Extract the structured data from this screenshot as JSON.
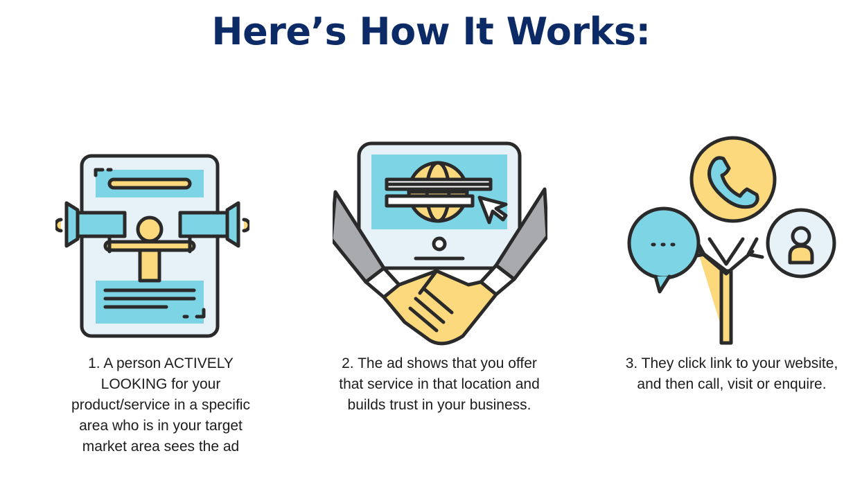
{
  "page": {
    "title": "Here’s How It Works:"
  },
  "colors": {
    "title": "#0b2a66",
    "outline": "#2a2a2a",
    "yellow": "#fcd97d",
    "blue": "#7dd4e4",
    "light_blue": "#e6f1f8",
    "gray": "#a8aaad",
    "text": "#1c1c1c"
  },
  "steps": [
    {
      "icon": "billboard-megaphones-icon",
      "text": "1.  A person ACTIVELY\nLOOKING for  your\nproduct/service in a specific\narea who is in your target\nmarket area sees the ad"
    },
    {
      "icon": "handshake-monitor-icon",
      "text": "2. The ad shows that you offer\nthat service in that location and\nbuilds trust in your business."
    },
    {
      "icon": "phone-chat-user-tree-icon",
      "text": "3. They click link to your website,\nand then call, visit or enquire."
    }
  ]
}
